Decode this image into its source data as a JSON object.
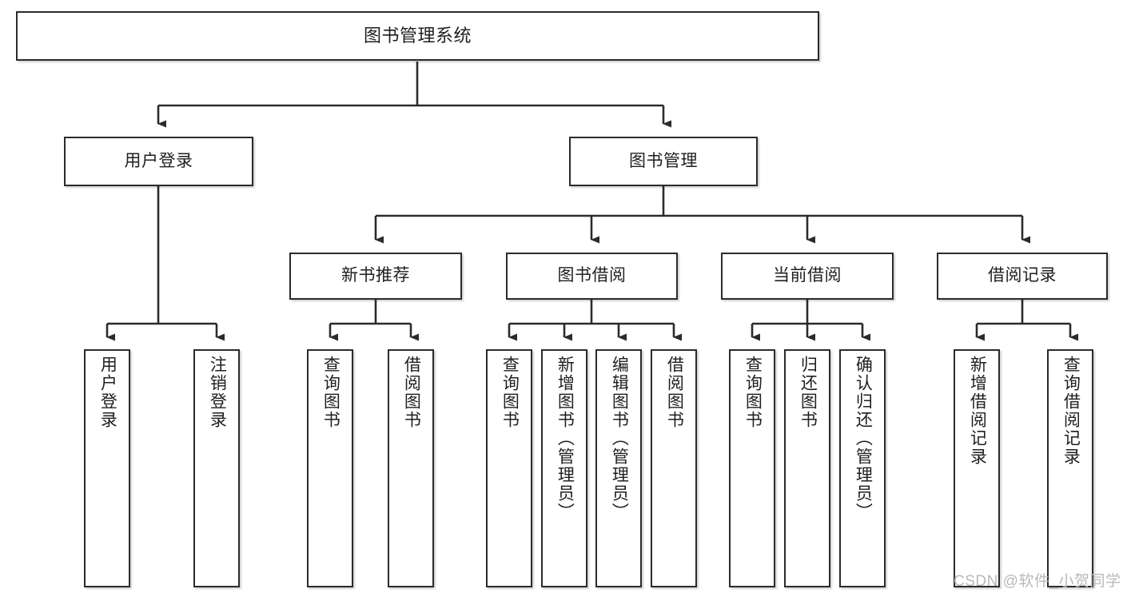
{
  "diagram": {
    "title": "图书管理系统",
    "type": "tree-hierarchy",
    "watermark": "CSDN @软件_小贺同学",
    "colors": {
      "box_border": "#2b2b2b",
      "box_fill": "#ffffff",
      "text": "#1f1f1f",
      "edge": "#2b2b2b",
      "watermark": "#b9b9b9",
      "background": "#ffffff"
    },
    "nodes": {
      "root": {
        "label": "图书管理系统"
      },
      "level2": [
        {
          "id": "user-login",
          "label": "用户登录"
        },
        {
          "id": "book-management",
          "label": "图书管理"
        }
      ],
      "level3": [
        {
          "id": "new-book-recommend",
          "label": "新书推荐"
        },
        {
          "id": "book-borrow",
          "label": "图书借阅"
        },
        {
          "id": "current-borrow",
          "label": "当前借阅"
        },
        {
          "id": "borrow-record",
          "label": "借阅记录"
        }
      ],
      "leaves": {
        "user-login": [
          {
            "id": "leaf-user-login",
            "label": "用户登录"
          },
          {
            "id": "leaf-logout-login",
            "label": "注销登录"
          }
        ],
        "new-book-recommend": [
          {
            "id": "leaf-query-book-1",
            "label": "查询图书"
          },
          {
            "id": "leaf-borrow-book-1",
            "label": "借阅图书"
          }
        ],
        "book-borrow": [
          {
            "id": "leaf-query-book-2",
            "label": "查询图书"
          },
          {
            "id": "leaf-add-book",
            "label": "新增图书（管理员）"
          },
          {
            "id": "leaf-edit-book",
            "label": "编辑图书（管理员）"
          },
          {
            "id": "leaf-borrow-book-2",
            "label": "借阅图书"
          }
        ],
        "current-borrow": [
          {
            "id": "leaf-query-book-3",
            "label": "查询图书"
          },
          {
            "id": "leaf-return-book",
            "label": "归还图书"
          },
          {
            "id": "leaf-confirm-return",
            "label": "确认归还（管理员）"
          }
        ],
        "borrow-record": [
          {
            "id": "leaf-add-record",
            "label": "新增借阅记录"
          },
          {
            "id": "leaf-query-record",
            "label": "查询借阅记录"
          }
        ]
      }
    }
  }
}
